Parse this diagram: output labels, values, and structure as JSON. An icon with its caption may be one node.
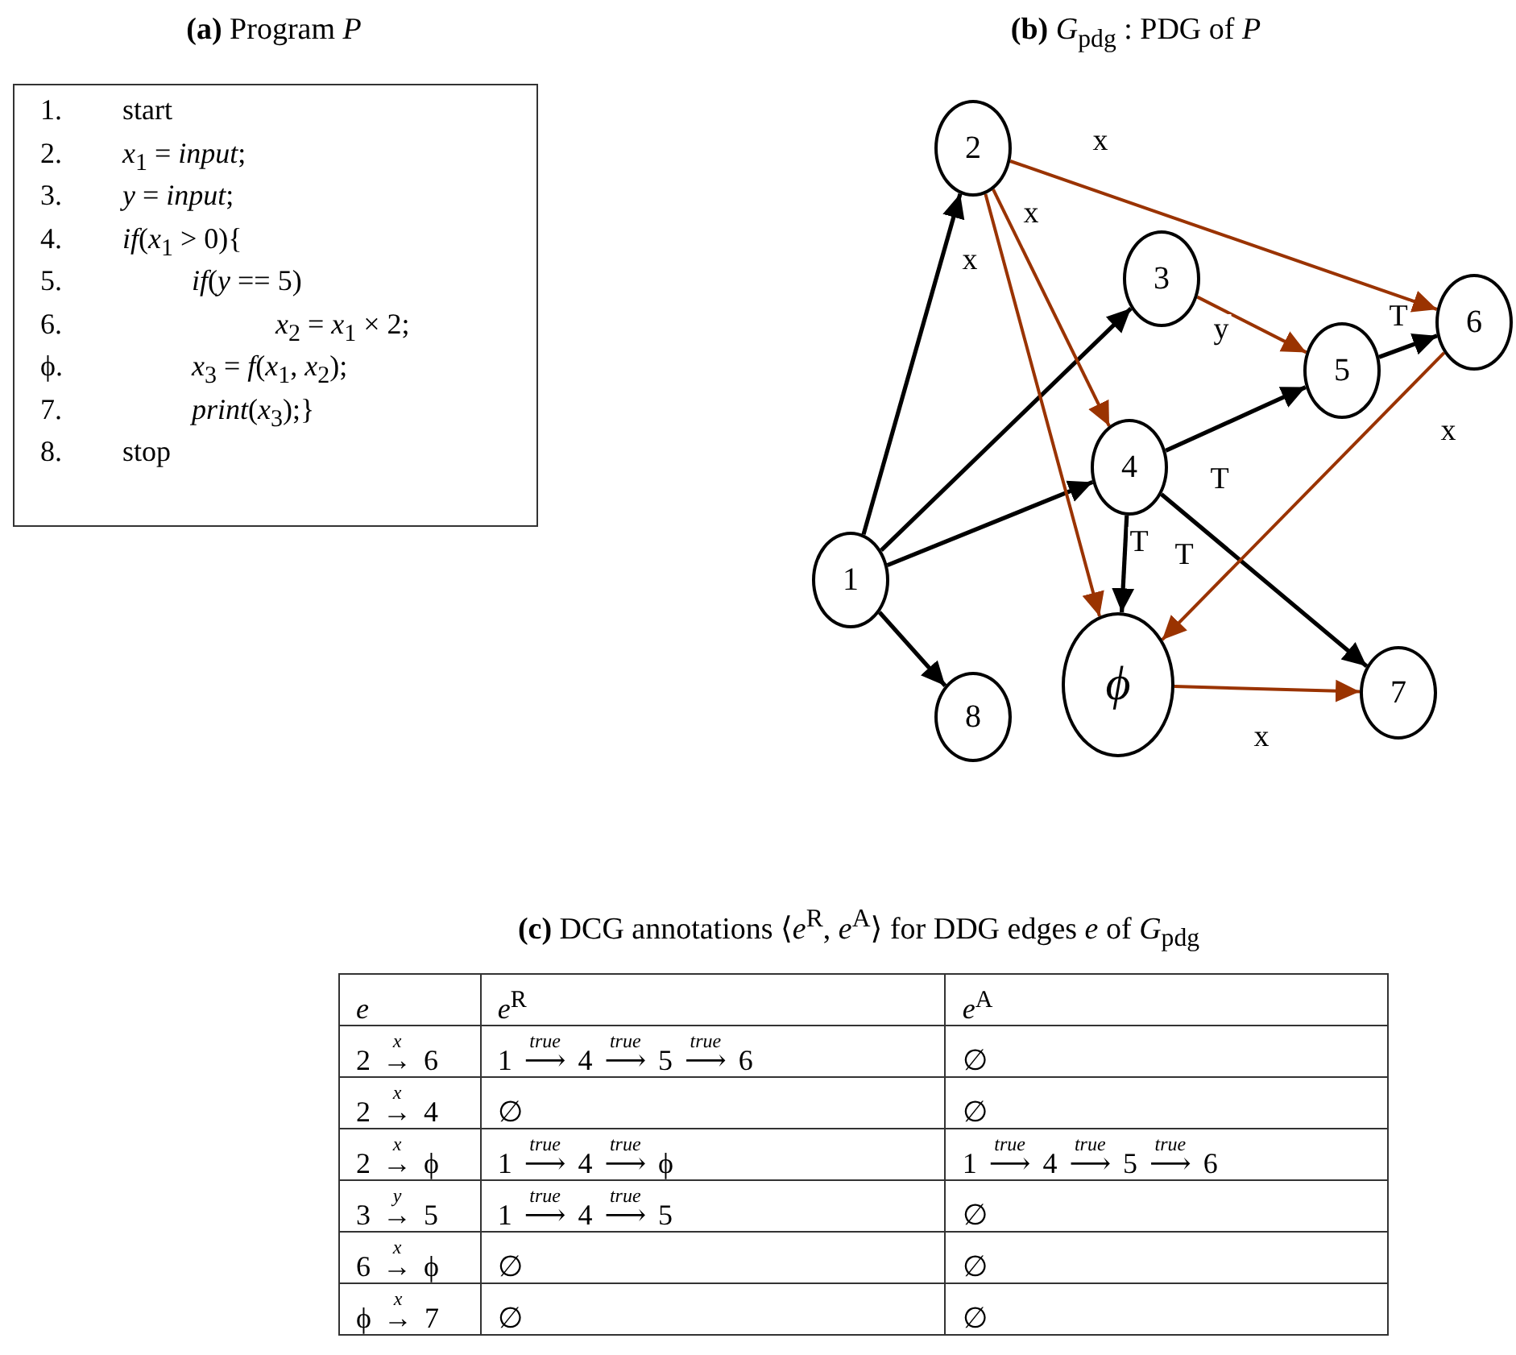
{
  "diagram": {
    "nodes": [
      {
        "text": [
          "2"
        ]
      },
      {
        "text": [
          "3"
        ]
      },
      {
        "text": [
          "6"
        ]
      },
      {
        "text": [
          "5"
        ]
      },
      {
        "text": [
          "4"
        ]
      },
      {
        "text": [
          "1"
        ]
      },
      {
        "text": [
          "ϕ"
        ]
      },
      {
        "text": [
          "8"
        ]
      },
      {
        "text": [
          "7"
        ]
      }
    ],
    "edges": [
      {
        "from": 5,
        "to": 0,
        "arrow": "to"
      },
      {
        "from": 5,
        "to": 1,
        "arrow": "to"
      },
      {
        "from": 5,
        "to": 4,
        "arrow": "to"
      },
      {
        "from": 5,
        "to": 7,
        "arrow": "to"
      },
      {
        "from": 0,
        "to": 2,
        "arrow": "to",
        "label": "x",
        "color": "#9a3300"
      },
      {
        "from": 0,
        "to": 4,
        "arrow": "to",
        "label": "x",
        "color": "#9a3300"
      },
      {
        "from": 0,
        "to": 6,
        "arrow": "to",
        "label": "x",
        "color": "#9a3300"
      },
      {
        "from": 1,
        "to": 3,
        "arrow": "to",
        "label": "y",
        "color": "#9a3300"
      },
      {
        "from": 3,
        "to": 2,
        "arrow": "to",
        "label": "T"
      },
      {
        "from": 4,
        "to": 3,
        "arrow": "to",
        "label": "T"
      },
      {
        "from": 4,
        "to": 6,
        "arrow": "to",
        "label": "T"
      },
      {
        "from": 4,
        "to": 8,
        "arrow": "to",
        "label": "T"
      },
      {
        "from": 2,
        "to": 6,
        "arrow": "to",
        "label": "x",
        "color": "#9a3300"
      },
      {
        "from": 6,
        "to": 8,
        "arrow": "to",
        "label": "x",
        "color": "#9a3300"
      }
    ],
    "labels": [
      "**(a)** Program *P*",
      "1.",
      "start",
      "2.",
      "*x*$_{1}$ = *input*;",
      "3.",
      "*y* = *input*;",
      "4.",
      "*if*(*x*$_{1}$ > 0){",
      "5.",
      "*if*(*y* == 5)",
      "6.",
      "*x*$_{2}$ = *x*$_{1}$ × 2;",
      "ϕ.",
      "*x*$_{3}$ = *f*(*x*$_{1}$, *x*$_{2}$);",
      "7.",
      "*print*(*x*$_{3}$);}",
      "8.",
      "stop",
      "**(b)** *G*$_{pdg}$ : PDG of *P*",
      "**(c)** DCG annotations ⟨*e*$^{R}$, *e*$^{A}$⟩ for DDG edges *e* of *G*$_{pdg}$",
      "*e*",
      "*e*$^{R}$",
      "*e*$^{A}$",
      "2 $^{x}$→ 6",
      "1 $^{true}$⟶ 4 $^{true}$⟶ 5 $^{true}$⟶ 6",
      "∅",
      "2 $^{x}$→ 4",
      "∅",
      "∅",
      "2 $^{x}$→ ϕ",
      "1 $^{true}$⟶ 4 $^{true}$⟶ ϕ",
      "1 $^{true}$⟶ 4 $^{true}$⟶ 5 $^{true}$⟶ 6",
      "3 $^{y}$→ 5",
      "1 $^{true}$⟶ 4 $^{true}$⟶ 5",
      "∅",
      "6 $^{x}$→ ϕ",
      "∅",
      "∅",
      "ϕ $^{x}$→ 7",
      "∅",
      "∅"
    ]
  }
}
